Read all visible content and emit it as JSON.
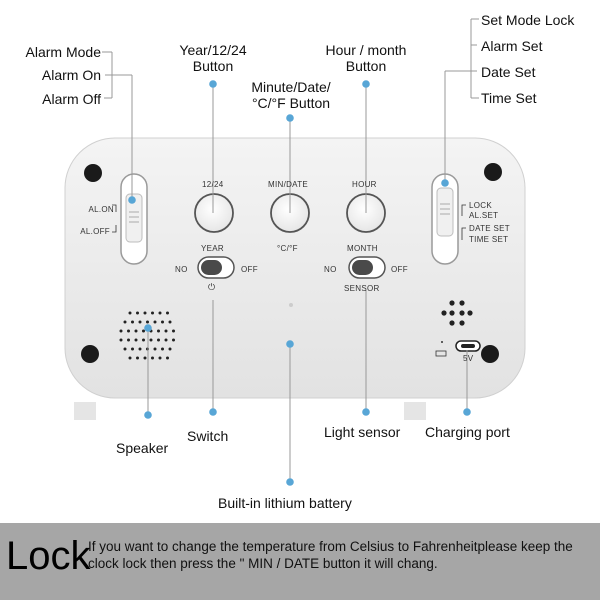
{
  "callouts": {
    "alarm_mode": "Alarm Mode",
    "alarm_on": "Alarm On",
    "alarm_off": "Alarm Off",
    "year_button_line1": "Year/12/24",
    "year_button_line2": "Button",
    "minute_button_line1": "Minute/Date/",
    "minute_button_line2": "°C/°F Button",
    "hour_button_line1": "Hour / month",
    "hour_button_line2": "Button",
    "set_mode_lock": "Set Mode Lock",
    "alarm_set": "Alarm Set",
    "date_set": "Date Set",
    "time_set": "Time Set",
    "speaker": "Speaker",
    "switch": "Switch",
    "light_sensor": "Light sensor",
    "charging_port": "Charging port",
    "battery": "Built-in lithium battery"
  },
  "device": {
    "al_on": "AL.ON",
    "al_off": "AL.OFF",
    "btn_12_24": "12/24",
    "btn_min_date": "MIN/DATE",
    "btn_hour": "HOUR",
    "celsius_f": "°C/°F",
    "year": "YEAR",
    "month": "MONTH",
    "no_left": "NO",
    "off_left": "OFF",
    "no_right": "NO",
    "off_right": "OFF",
    "power_symbol": "⏻",
    "sensor": "SENSOR",
    "lock": "LOCK",
    "al_set": "AL.SET",
    "date_set": "DATE SET",
    "time_set": "TIME SET",
    "battery_symbol": "⎕",
    "five_v": "5V"
  },
  "banner": {
    "title": "Lock",
    "text": "If you want to change the temperature from Celsius to Fahrenheitplease keep the clock lock then press the \" MIN / DATE button it will chang."
  },
  "colors": {
    "dot": "#58a6d6",
    "banner_bg": "#a6a6a6",
    "device_body": "#ffffff"
  }
}
